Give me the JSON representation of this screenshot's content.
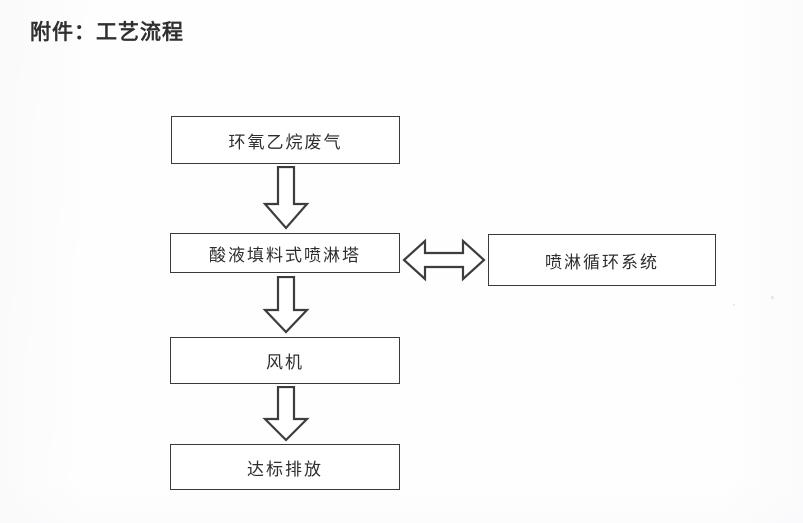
{
  "document": {
    "title": "附件：工艺流程"
  },
  "diagram": {
    "type": "flowchart",
    "orientation": "top-to-bottom",
    "nodes": [
      {
        "id": "feed",
        "label": "环氧乙烷废气",
        "shape": "rectangle"
      },
      {
        "id": "scrubber",
        "label": "酸液填料式喷淋塔",
        "shape": "rectangle"
      },
      {
        "id": "recycle",
        "label": "喷淋循环系统",
        "shape": "rectangle"
      },
      {
        "id": "fan",
        "label": "风机",
        "shape": "rectangle"
      },
      {
        "id": "discharge",
        "label": "达标排放",
        "shape": "rectangle"
      }
    ],
    "edges": [
      {
        "id": "feed-to-scrubber",
        "from": "feed",
        "to": "scrubber",
        "style": "block-arrow",
        "direction": "down",
        "label": ""
      },
      {
        "id": "scrubber-to-fan",
        "from": "scrubber",
        "to": "fan",
        "style": "block-arrow",
        "direction": "down",
        "label": ""
      },
      {
        "id": "fan-to-discharge",
        "from": "fan",
        "to": "discharge",
        "style": "block-arrow",
        "direction": "down",
        "label": ""
      },
      {
        "id": "scrubber-recycle",
        "from": "scrubber",
        "to": "recycle",
        "style": "block-arrow",
        "direction": "bidirectional",
        "label": ""
      }
    ],
    "colors": {
      "stroke": "#3a3a3a",
      "fill": "#ffffff",
      "text": "#2e2e2e",
      "background": "#fefefe"
    }
  }
}
